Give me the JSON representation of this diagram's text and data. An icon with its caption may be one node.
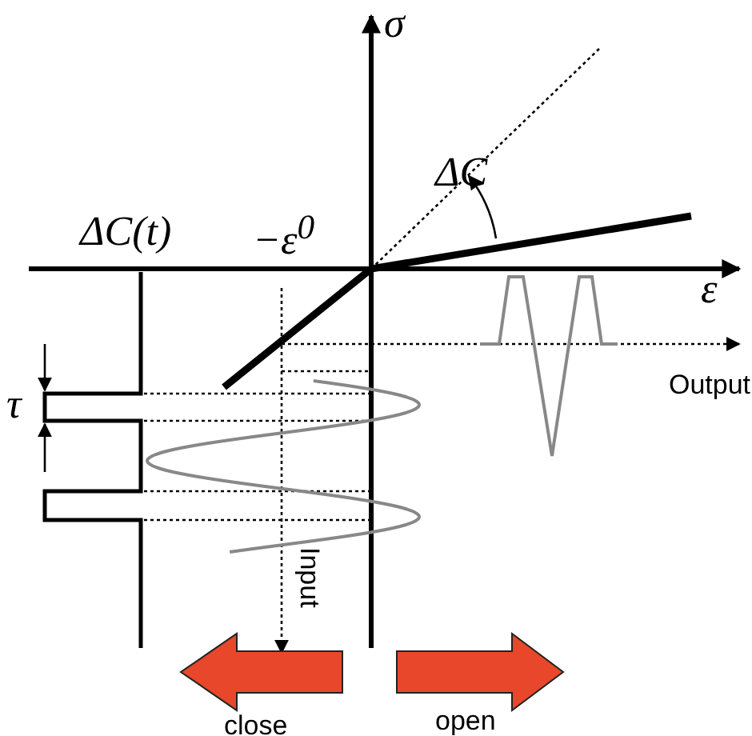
{
  "diagram": {
    "labels": [
      "σ",
      "ΔC",
      "ΔC(t)",
      "−ε$^{0}$",
      "ε",
      "τ",
      "Output",
      "Input",
      "close",
      "open"
    ]
  }
}
